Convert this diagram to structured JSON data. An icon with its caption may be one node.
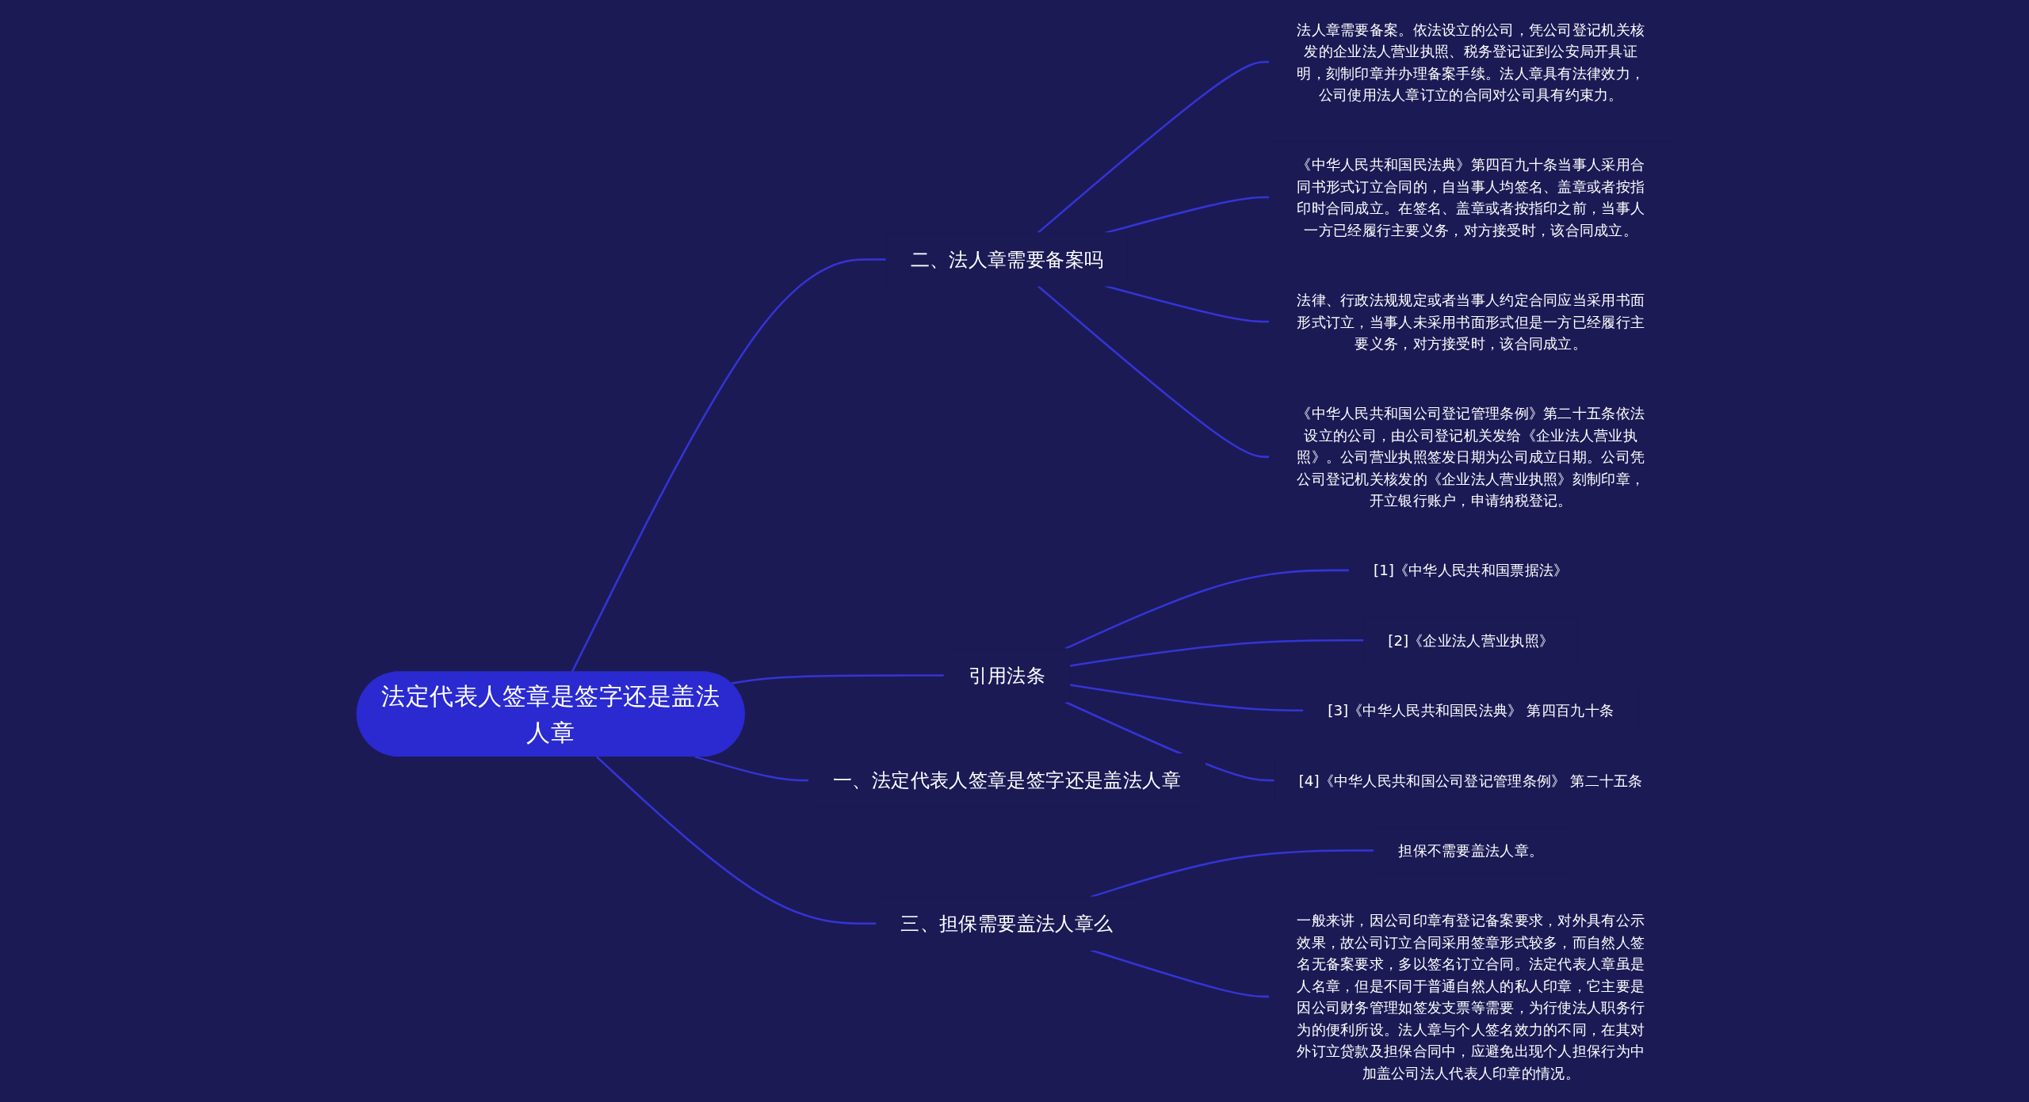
{
  "diagram": {
    "nodes": [
      {
        "text": [
          "法定代表人签章是签字还是盖法人章"
        ]
      },
      {
        "text": [
          "二、法人章需要备案吗"
        ]
      },
      {
        "text": [
          "法人章需要备案。依法设立的公司，凭公司登记机关核发的企业法人营业执照、税务登记证到公安局开具证明，刻制印章并办理备案手续。法人章具有法律效力，公司使用法人章订立的合同对公司具有约束力。"
        ]
      },
      {
        "text": [
          "《中华人民共和国民法典》第四百九十条当事人采用合同书形式订立合同的，自当事人均签名、盖章或者按指印时合同成立。在签名、盖章或者按指印之前，当事人一方已经履行主要义务，对方接受时，该合同成立。"
        ]
      },
      {
        "text": [
          "法律、行政法规规定或者当事人约定合同应当采用书面形式订立，当事人未采用书面形式但是一方已经履行主要义务，对方接受时，该合同成立。"
        ]
      },
      {
        "text": [
          "《中华人民共和国公司登记管理条例》第二十五条依法设立的公司，由公司登记机关发给《企业法人营业执照》。公司营业执照签发日期为公司成立日期。公司凭公司登记机关核发的《企业法人营业执照》刻制印章，开立银行账户，申请纳税登记。"
        ]
      },
      {
        "text": [
          "引用法条"
        ]
      },
      {
        "text": [
          "[1]《中华人民共和国票据法》"
        ]
      },
      {
        "text": [
          "[2]《企业法人营业执照》"
        ]
      },
      {
        "text": [
          "[3]《中华人民共和国民法典》 第四百九十条"
        ]
      },
      {
        "text": [
          "[4]《中华人民共和国公司登记管理条例》 第二十五条"
        ]
      },
      {
        "text": [
          "一、法定代表人签章是签字还是盖法人章"
        ]
      },
      {
        "text": [
          "三、担保需要盖法人章么"
        ]
      },
      {
        "text": [
          "担保不需要盖法人章。"
        ]
      },
      {
        "text": [
          "一般来讲，因公司印章有登记备案要求，对外具有公示效果，故公司订立合同采用签章形式较多，而自然人签名无备案要求，多以签名订立合同。法定代表人章虽是人名章，但是不同于普通自然人的私人印章，它主要是因公司财务管理如签发支票等需要，为行使法人职务行为的便利所设。法人章与个人签名效力的不同，在其对外订立贷款及担保合同中，应避免出现个人担保行为中加盖公司法人代表人印章的情况。"
        ]
      }
    ],
    "edges": [
      {
        "from": 0,
        "to": 1,
        "arrow": "none"
      },
      {
        "from": 1,
        "to": 2,
        "arrow": "none"
      },
      {
        "from": 1,
        "to": 3,
        "arrow": "none"
      },
      {
        "from": 1,
        "to": 4,
        "arrow": "none"
      },
      {
        "from": 1,
        "to": 5,
        "arrow": "none"
      },
      {
        "from": 0,
        "to": 6,
        "arrow": "none"
      },
      {
        "from": 6,
        "to": 7,
        "arrow": "none"
      },
      {
        "from": 6,
        "to": 8,
        "arrow": "none"
      },
      {
        "from": 6,
        "to": 9,
        "arrow": "none"
      },
      {
        "from": 6,
        "to": 10,
        "arrow": "none"
      },
      {
        "from": 0,
        "to": 11,
        "arrow": "none"
      },
      {
        "from": 0,
        "to": 12,
        "arrow": "none"
      },
      {
        "from": 12,
        "to": 13,
        "arrow": "none"
      },
      {
        "from": 12,
        "to": 14,
        "arrow": "none"
      }
    ]
  }
}
